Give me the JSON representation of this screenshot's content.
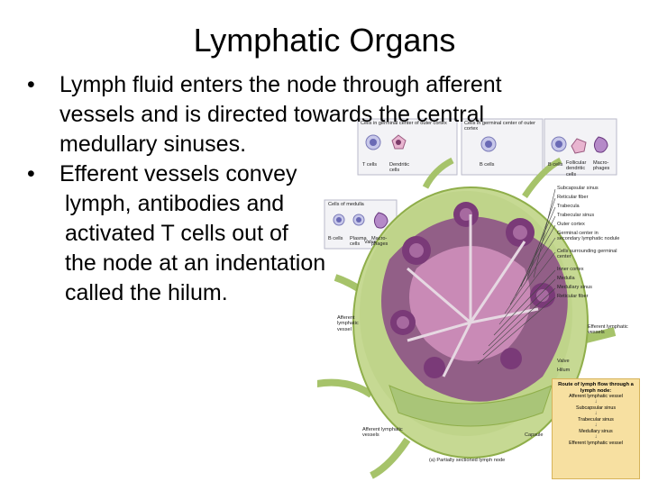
{
  "slide": {
    "title": "Lymphatic Organs",
    "bullets": [
      {
        "lines": [
          "Lymph fluid enters the node through afferent",
          "vessels and is directed towards the central",
          "medullary sinuses."
        ]
      },
      {
        "lines": [
          "Efferent vessels convey",
          "lymph, antibodies and",
          "activated T cells out of",
          "the node at an indentation",
          "called the hilum."
        ]
      }
    ]
  },
  "figure": {
    "box_labels": {
      "outer_cortex_center": "Cells in germinal center of outer cortex",
      "germinal_center": "Cells in germinal center of outer cortex",
      "t_cells": "T cells",
      "dendritic_cells": "Dendritic cells",
      "b_cells_top": "B cells",
      "b_cells_right": "B cells",
      "follicular_dendritic": "Follicular dendritic cells",
      "macrophages_top": "Macro-phages",
      "medulla_cells": "Cells of medulla",
      "b_cells_medulla": "B cells",
      "plasma_cells": "Plasma cells",
      "macrophages_medulla": "Macro-phages"
    },
    "right_labels": [
      "Subcapsular sinus",
      "Reticular fiber",
      "Trabecula",
      "Trabecular sinus",
      "Outer cortex",
      "Germinal center in secondary lymphatic nodule",
      "Cells surrounding germinal center",
      "Inner cortex",
      "Medulla",
      "Medullary sinus",
      "Reticular fiber"
    ],
    "other_labels": {
      "valve_left": "Valve",
      "afferent_top": "Afferent lymphatic vessel",
      "efferent": "Efferent lymphatic vessels",
      "valve_right": "Valve",
      "hilum": "Hilum",
      "capsule": "Capsule",
      "afferent_bottom": "Afferent lymphatic vessels",
      "caption": "(a) Partially sectioned lymph node"
    },
    "route": {
      "title": "Route of lymph flow through a lymph node:",
      "steps": [
        "Afferent lymphatic vessel",
        "Subcapsular sinus",
        "Trabecular sinus",
        "Medullary sinus",
        "Efferent lymphatic vessel"
      ],
      "arrow": "↓"
    },
    "colors": {
      "node_green": "#bfd48a",
      "node_dark_green": "#8fae4a",
      "cortex_purple": "#7a3a78",
      "medulla_pink": "#c98ab6",
      "route_box": "#f7e0a1"
    }
  }
}
